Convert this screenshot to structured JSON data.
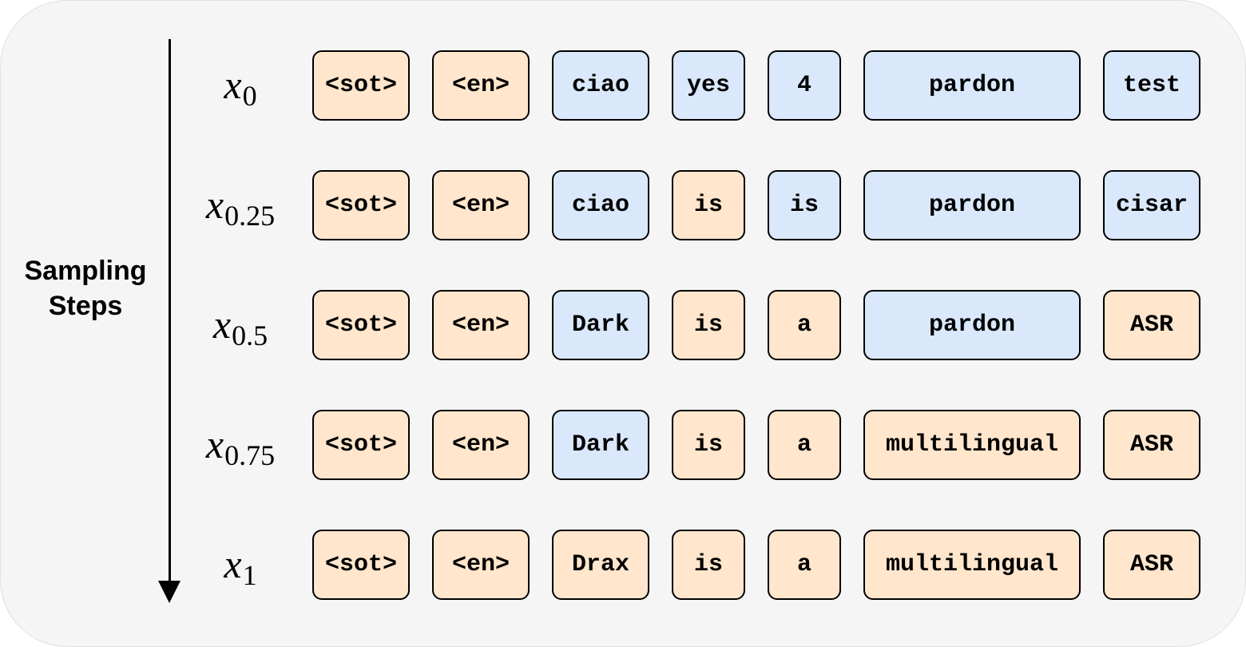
{
  "axis": {
    "label_line1": "Sampling",
    "label_line2": "Steps"
  },
  "colors": {
    "committed": "#ffe6cc",
    "pending": "#dae8fc",
    "panel_background": "#f5f5f5",
    "border": "#000000"
  },
  "steps": [
    {
      "var": "x",
      "sub": "0",
      "tokens": [
        {
          "text": "<sot>",
          "state": "committed"
        },
        {
          "text": "<en>",
          "state": "committed"
        },
        {
          "text": "ciao",
          "state": "pending"
        },
        {
          "text": "yes",
          "state": "pending"
        },
        {
          "text": "4",
          "state": "pending"
        },
        {
          "text": "pardon",
          "state": "pending"
        },
        {
          "text": "test",
          "state": "pending"
        }
      ]
    },
    {
      "var": "x",
      "sub": "0.25",
      "tokens": [
        {
          "text": "<sot>",
          "state": "committed"
        },
        {
          "text": "<en>",
          "state": "committed"
        },
        {
          "text": "ciao",
          "state": "pending"
        },
        {
          "text": "is",
          "state": "committed"
        },
        {
          "text": "is",
          "state": "pending"
        },
        {
          "text": "pardon",
          "state": "pending"
        },
        {
          "text": "cisar",
          "state": "pending"
        }
      ]
    },
    {
      "var": "x",
      "sub": "0.5",
      "tokens": [
        {
          "text": "<sot>",
          "state": "committed"
        },
        {
          "text": "<en>",
          "state": "committed"
        },
        {
          "text": "Dark",
          "state": "pending"
        },
        {
          "text": "is",
          "state": "committed"
        },
        {
          "text": "a",
          "state": "committed"
        },
        {
          "text": "pardon",
          "state": "pending"
        },
        {
          "text": "ASR",
          "state": "committed"
        }
      ]
    },
    {
      "var": "x",
      "sub": "0.75",
      "tokens": [
        {
          "text": "<sot>",
          "state": "committed"
        },
        {
          "text": "<en>",
          "state": "committed"
        },
        {
          "text": "Dark",
          "state": "pending"
        },
        {
          "text": "is",
          "state": "committed"
        },
        {
          "text": "a",
          "state": "committed"
        },
        {
          "text": "multilingual",
          "state": "committed"
        },
        {
          "text": "ASR",
          "state": "committed"
        }
      ]
    },
    {
      "var": "x",
      "sub": "1",
      "tokens": [
        {
          "text": "<sot>",
          "state": "committed"
        },
        {
          "text": "<en>",
          "state": "committed"
        },
        {
          "text": "Drax",
          "state": "committed"
        },
        {
          "text": "is",
          "state": "committed"
        },
        {
          "text": "a",
          "state": "committed"
        },
        {
          "text": "multilingual",
          "state": "committed"
        },
        {
          "text": "ASR",
          "state": "committed"
        }
      ]
    }
  ]
}
